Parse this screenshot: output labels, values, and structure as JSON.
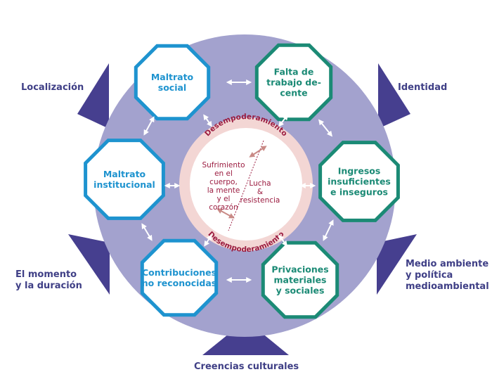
{
  "colors": {
    "outer_circle": "#a3a2ce",
    "triangles": "#463f8f",
    "octagon_blue": "#1e93cf",
    "octagon_teal": "#1b8a75",
    "inner_ring": "#f3d6d4",
    "inner_text": "#9b1c40",
    "outer_text": "#3f3f86",
    "arrow": "#ffffff",
    "red_arrow": "#c98a86"
  },
  "outer_factors": {
    "localizacion": "Localización",
    "identidad": "Identidad",
    "momento": "El momento\ny la duración",
    "medio_ambiente": "Medio ambiente\ny política\nmedioambiental",
    "creencias": "Creencias culturales"
  },
  "dimensions": {
    "maltrato_social": [
      "Maltrato",
      "social"
    ],
    "falta_trabajo": [
      "Falta de",
      "trabajo de-",
      "cente"
    ],
    "maltrato_institucional": [
      "Maltrato",
      "institucional"
    ],
    "ingresos": [
      "Ingresos",
      "insuficientes",
      "e inseguros"
    ],
    "contribuciones": [
      "Contribuciones",
      "no reconocidas"
    ],
    "privaciones": [
      "Privaciones",
      "materiales",
      "y sociales"
    ]
  },
  "center": {
    "ring_label_top": "Desempoderamiento",
    "ring_label_bottom": "Desempoderamiento",
    "left_text": [
      "Sufrimiento",
      "en el",
      "cuerpo,",
      "la mente",
      "y el",
      "corazón"
    ],
    "right_text": [
      "Lucha",
      "&",
      "resistencia"
    ]
  }
}
